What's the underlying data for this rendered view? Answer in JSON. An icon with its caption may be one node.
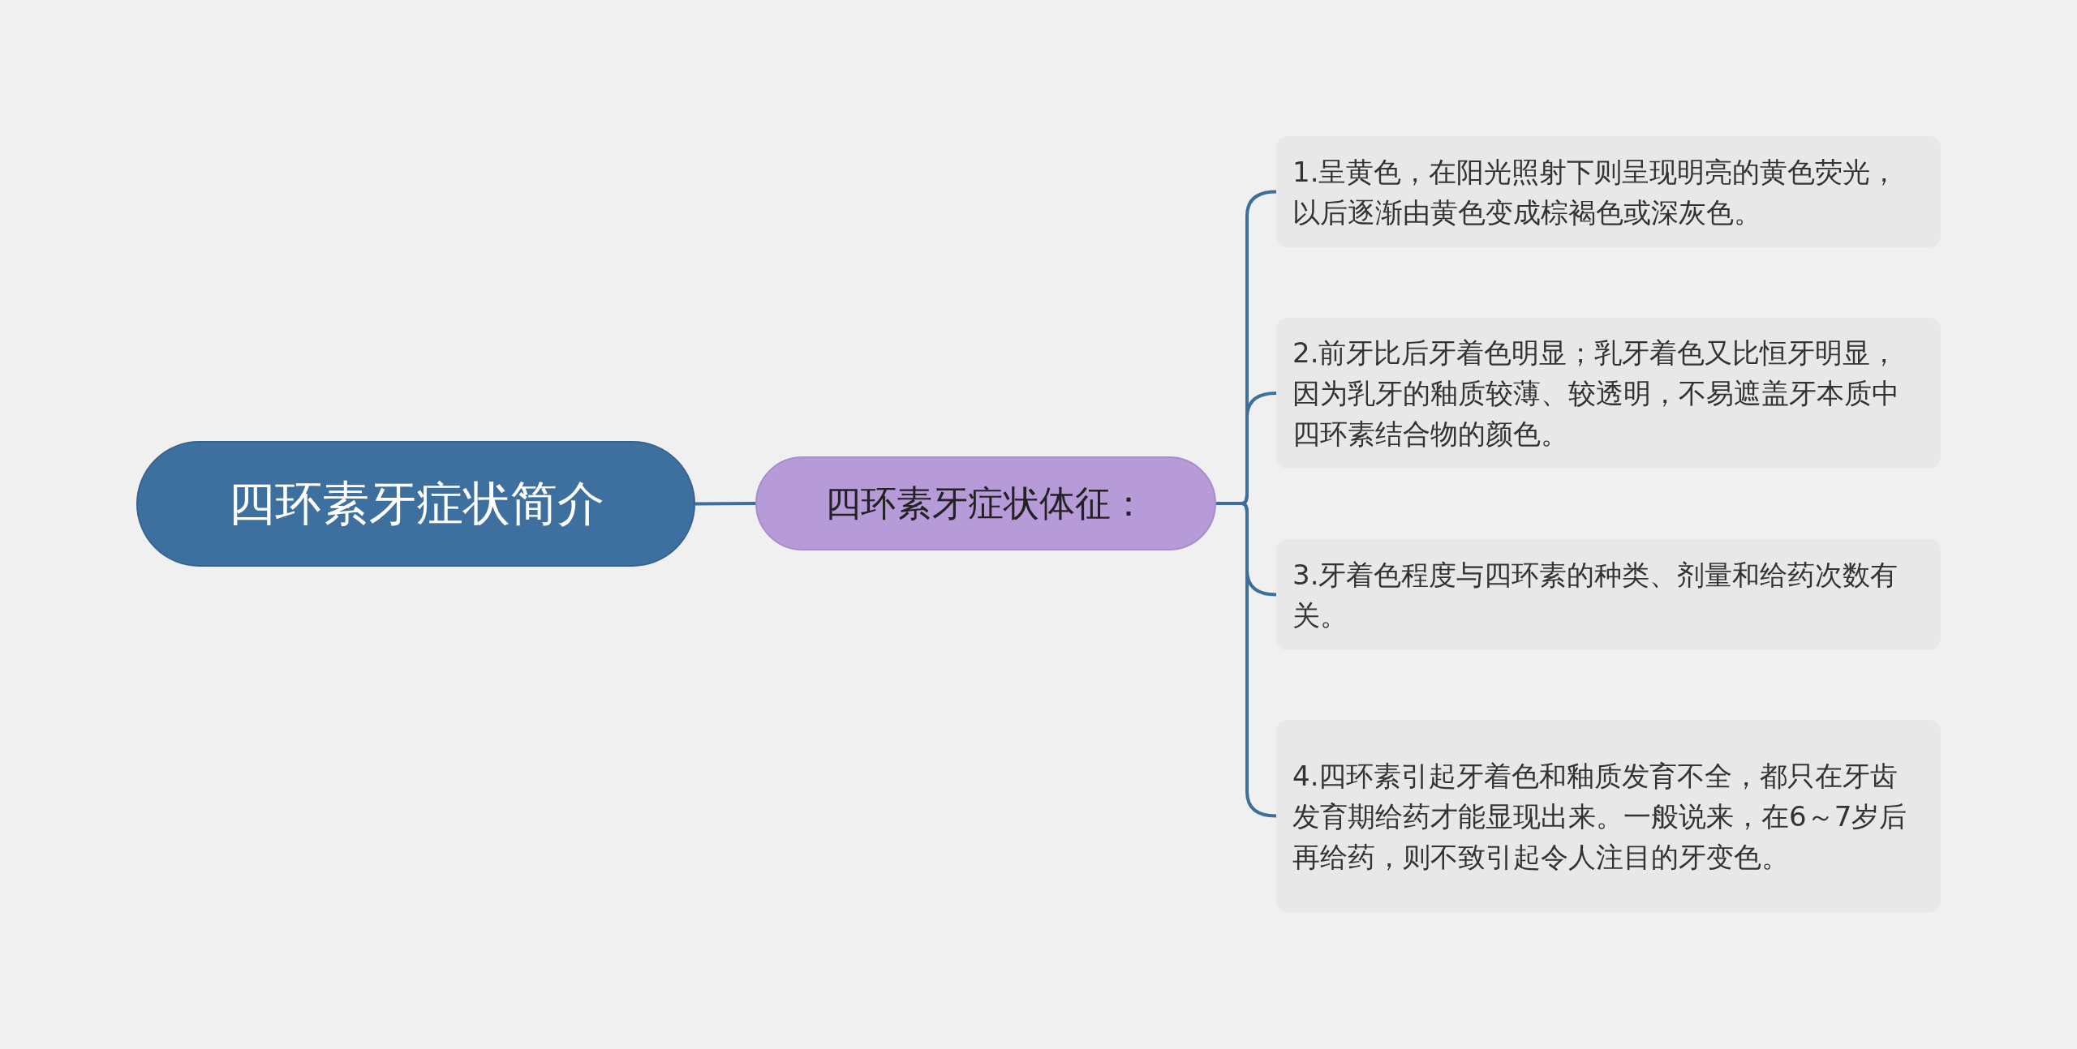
{
  "diagram": {
    "nodes": [
      {
        "text": [
          "四环素牙症状简介"
        ]
      },
      {
        "text": [
          "四环素牙症状体征："
        ]
      },
      {
        "text": [
          "1.呈黄色，在阳光照射下则呈现明亮的黄色荧光，以后逐渐由黄色变成棕褐色或深灰色。"
        ]
      },
      {
        "text": [
          "2.前牙比后牙着色明显；乳牙着色又比恒牙明显，因为乳牙的釉质较薄、较透明，不易遮盖牙本质中四环素结合物的颜色。"
        ]
      },
      {
        "text": [
          "3.牙着色程度与四环素的种类、剂量和给药次数有关。"
        ]
      },
      {
        "text": [
          "4.四环素引起牙着色和釉质发育不全，都只在牙齿发育期给药才能显现出来。一般说来，在6～7岁后再给药，则不致引起令人注目的牙变色。"
        ]
      }
    ],
    "edges": [
      {
        "from": 0,
        "to": 1,
        "arrow": "none"
      },
      {
        "from": 1,
        "to": 2,
        "arrow": "none"
      },
      {
        "from": 1,
        "to": 3,
        "arrow": "none"
      },
      {
        "from": 1,
        "to": 4,
        "arrow": "none"
      },
      {
        "from": 1,
        "to": 5,
        "arrow": "none"
      }
    ]
  }
}
